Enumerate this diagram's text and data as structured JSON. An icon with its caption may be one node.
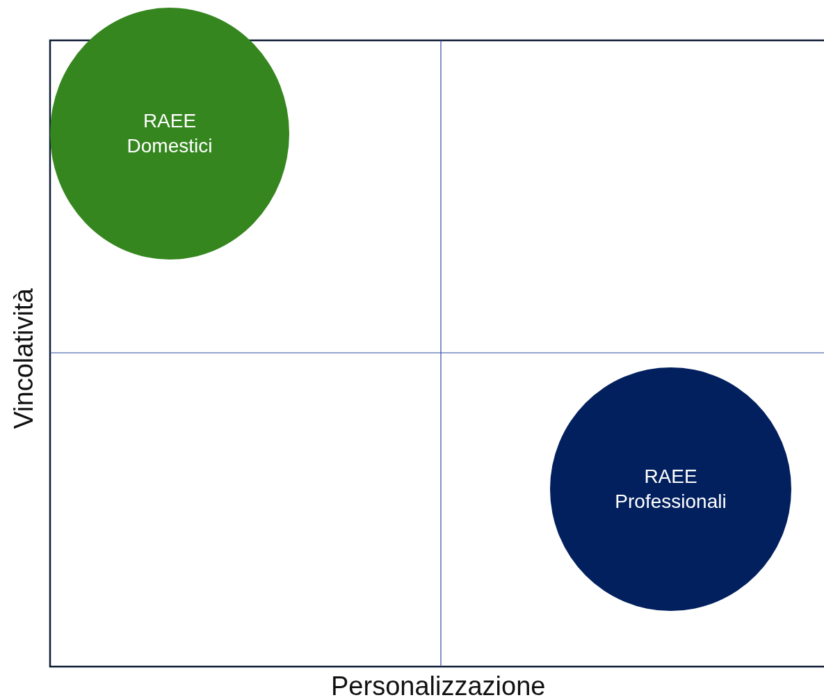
{
  "diagram": {
    "nodes": [
      {
        "text": [
          "RAEE Domestici"
        ]
      },
      {
        "text": [
          "RAEE Professionali"
        ]
      }
    ],
    "edges": [],
    "labels": [
      "Vincolatività",
      "Personalizzazione"
    ]
  }
}
